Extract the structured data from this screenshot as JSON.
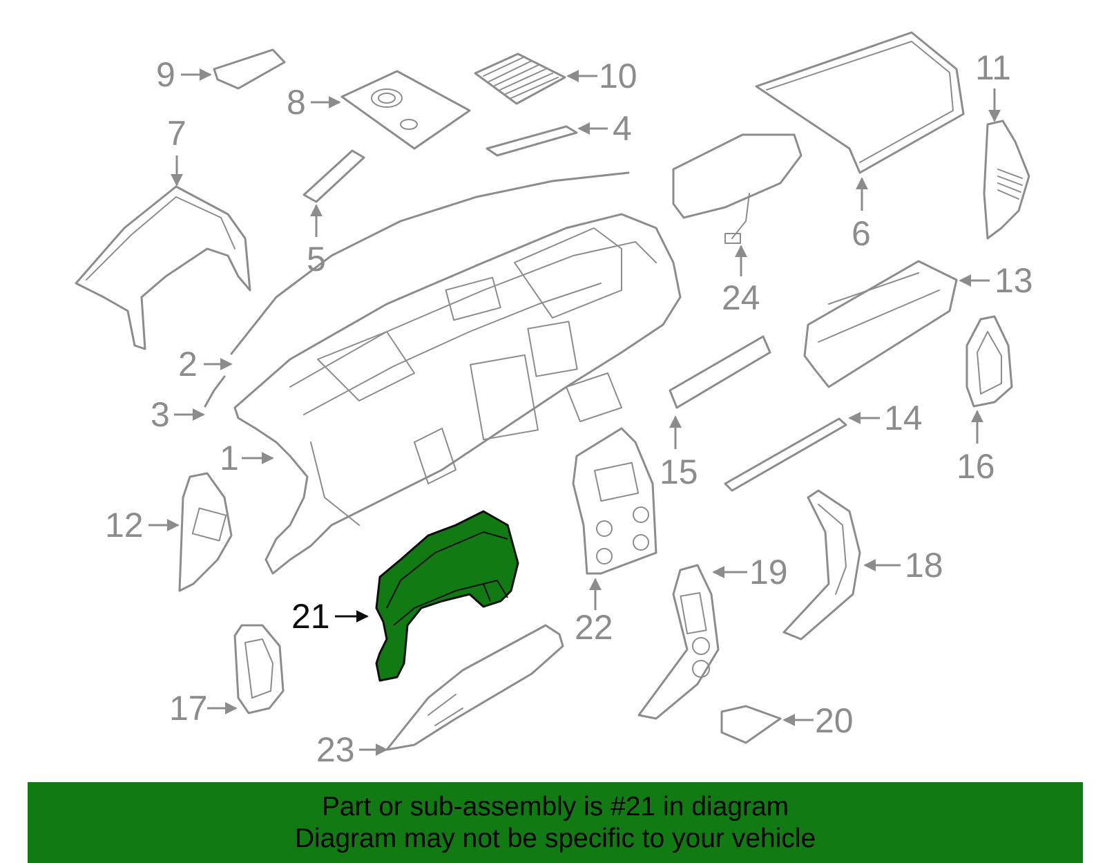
{
  "colors": {
    "highlight": "#127a12",
    "banner": "#127a12",
    "part_stroke": "#8c8c8c",
    "highlight_stroke": "#0d0d0d",
    "banner_text": "#000000"
  },
  "highlighted_part": "21",
  "callouts": [
    "1",
    "2",
    "3",
    "4",
    "5",
    "6",
    "7",
    "8",
    "9",
    "10",
    "11",
    "12",
    "13",
    "14",
    "15",
    "16",
    "17",
    "18",
    "19",
    "20",
    "21",
    "22",
    "23",
    "24"
  ],
  "banner": {
    "line1": "Part or sub-assembly is #21 in diagram",
    "line2": "Diagram may not be specific to your vehicle"
  }
}
